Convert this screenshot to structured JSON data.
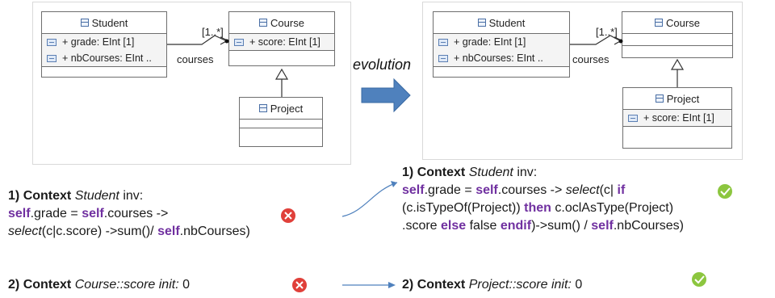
{
  "left_diagram": {
    "student": {
      "name": "Student",
      "attrs": [
        "+ grade: EInt [1]",
        "+ nbCourses: EInt .."
      ]
    },
    "course": {
      "name": "Course",
      "attrs": [
        "+ score: EInt [1]"
      ]
    },
    "project": {
      "name": "Project"
    },
    "multiplicity": "[1..*]",
    "role": "courses"
  },
  "right_diagram": {
    "student": {
      "name": "Student",
      "attrs": [
        "+ grade: EInt [1]",
        "+ nbCourses: EInt .."
      ]
    },
    "course": {
      "name": "Course"
    },
    "project": {
      "name": "Project",
      "attrs": [
        "+ score: EInt [1]"
      ]
    },
    "multiplicity": "[1..*]",
    "role": "courses"
  },
  "evolution_label": "evolution",
  "ocl_left_1": {
    "num": "1)",
    "context_kw": "Context",
    "context_name": "Student",
    "inv": "inv:",
    "self1": "self",
    "l2a": ".grade = ",
    "self2": "self",
    "l2b": ".courses ->",
    "select_kw": "select",
    "l3a": "(c|c.score) ->sum()/ ",
    "self3": "self",
    "l3b": ".nbCourses)"
  },
  "ocl_right_1": {
    "num": "1)",
    "context_kw": "Context",
    "context_name": "Student",
    "inv": "inv:",
    "self1": "self",
    "l2a": ".grade = ",
    "self2": "self",
    "l2b": ".courses -> ",
    "select_kw": "select",
    "l2c": "(c| ",
    "if_kw": "if",
    "l3a": "(c.isTypeOf(Project)) ",
    "then_kw": "then",
    "l3b": " c.oclAsType(Project)",
    "l4a": ".score ",
    "else_kw": "else",
    "l4b": " false ",
    "endif_kw": "endif",
    "l4c": ")->sum() /  ",
    "self3": "self",
    "l4d": ".nbCourses)"
  },
  "ocl_left_2": {
    "num": "2)",
    "context_kw": "Context",
    "context_name": "Course::score",
    "init": "init:",
    "value": "0"
  },
  "ocl_right_2": {
    "num": "2)",
    "context_kw": "Context",
    "context_name": "Project::score",
    "init": "init:",
    "value": "0"
  },
  "status": {
    "invalid_color": "#e0403a",
    "valid_color": "#8cc63f",
    "arrow_color": "#4f81bd"
  }
}
